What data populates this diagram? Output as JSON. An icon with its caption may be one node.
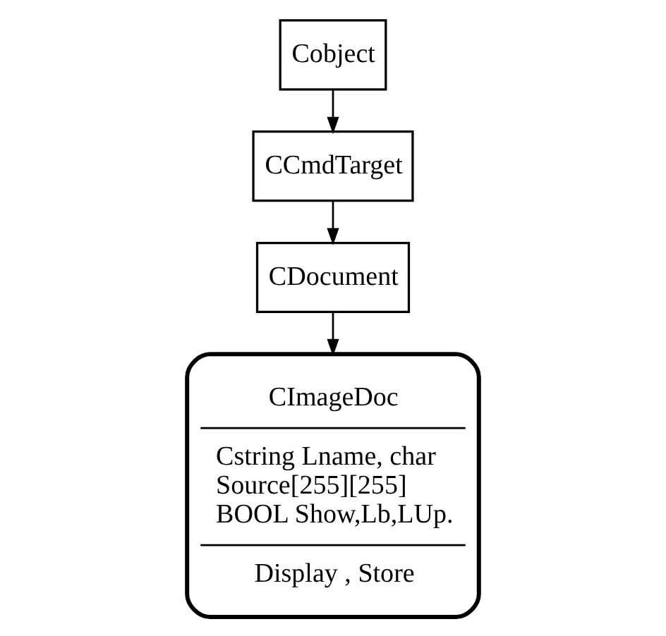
{
  "diagram": {
    "nodes": [
      {
        "text": [
          "Cobject"
        ]
      },
      {
        "text": [
          "CCmdTarget"
        ]
      },
      {
        "text": [
          "CDocument"
        ]
      },
      {
        "text": [
          "CImageDoc",
          "Cstring Lname, char Source[255][255] BOOL Show,Lb,LUp.",
          "Display , Store"
        ]
      }
    ],
    "edges": [
      {
        "from": 0,
        "to": 1,
        "arrow": "to"
      },
      {
        "from": 1,
        "to": 2,
        "arrow": "to"
      },
      {
        "from": 2,
        "to": 3,
        "arrow": "to"
      }
    ]
  }
}
